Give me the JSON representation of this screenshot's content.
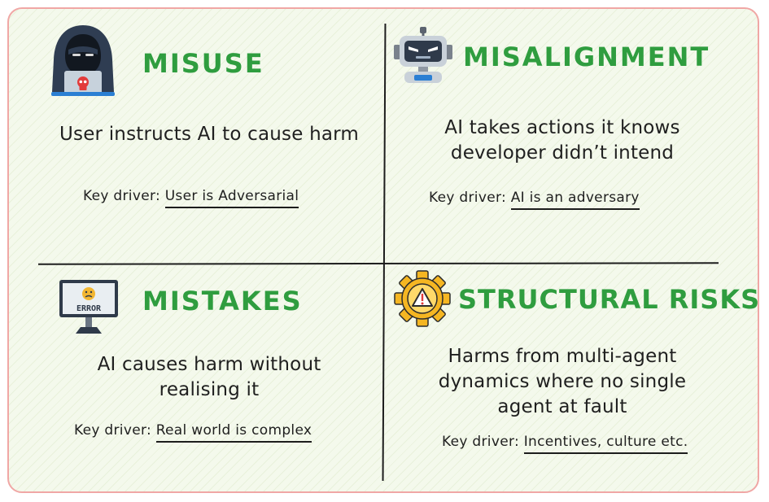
{
  "quadrants": [
    {
      "title": "MISUSE",
      "icon": "hooded-hacker-icon",
      "description": [
        "User instructs AI to cause harm"
      ],
      "driver_label": "Key driver:",
      "driver_value": "User is Adversarial"
    },
    {
      "title": "MISALIGNMENT",
      "icon": "angry-robot-icon",
      "description": [
        "AI takes actions it knows",
        "developer didn’t intend"
      ],
      "driver_label": "Key driver:",
      "driver_value": "AI is an adversary"
    },
    {
      "title": "MISTAKES",
      "icon": "error-monitor-icon",
      "description": [
        "AI causes harm without",
        "realising it"
      ],
      "driver_label": "Key driver:",
      "driver_value": "Real world is complex",
      "icon_text": "ERROR"
    },
    {
      "title": "STRUCTURAL RISKS",
      "icon": "warning-gear-icon",
      "description": [
        "Harms from multi-agent",
        "dynamics where no single",
        "agent at fault"
      ],
      "driver_label": "Key driver:",
      "driver_value": "Incentives, culture etc."
    }
  ],
  "colors": {
    "title": "#2f9d3f",
    "border": "#f0a7a5",
    "background": "#f4f9ec"
  }
}
